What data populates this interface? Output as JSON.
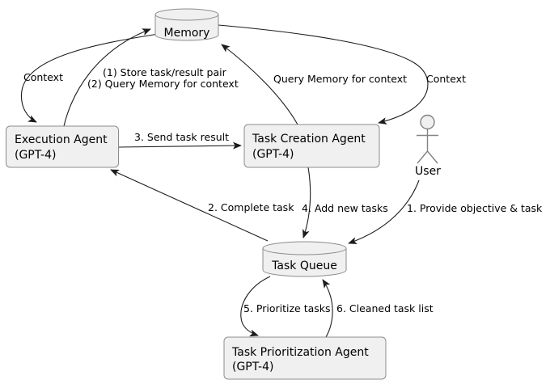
{
  "diagram_type": "flow-diagram",
  "colors": {
    "background": "#ffffff",
    "node_fill": "#f0f0f0",
    "node_border": "#8c8c8c",
    "edge": "#1c1c1c",
    "text": "#000000",
    "actor": "#828282"
  },
  "nodes": {
    "memory": {
      "shape": "database-cylinder",
      "label": "Memory"
    },
    "execution_agent": {
      "shape": "rounded-box",
      "label": "Execution Agent",
      "sublabel": "(GPT-4)"
    },
    "task_creation_agent": {
      "shape": "rounded-box",
      "label": "Task Creation Agent",
      "sublabel": "(GPT-4)"
    },
    "user": {
      "shape": "actor-stick-figure",
      "label": "User"
    },
    "task_queue": {
      "shape": "database-cylinder",
      "label": "Task Queue"
    },
    "task_prioritization_agent": {
      "shape": "rounded-box",
      "label": "Task Prioritization Agent",
      "sublabel": "(GPT-4)"
    }
  },
  "edges": [
    {
      "from": "memory",
      "to": "execution_agent",
      "label": "Context"
    },
    {
      "from": "execution_agent",
      "to": "memory",
      "label": "(1) Store task/result pair",
      "label2": "(2) Query Memory for context"
    },
    {
      "from": "task_creation_agent",
      "to": "memory",
      "label": "Query Memory for context"
    },
    {
      "from": "memory",
      "to": "task_creation_agent",
      "label": "Context"
    },
    {
      "from": "execution_agent",
      "to": "task_creation_agent",
      "label": "3. Send task result"
    },
    {
      "from": "task_queue",
      "to": "execution_agent",
      "label": "2. Complete task"
    },
    {
      "from": "task_creation_agent",
      "to": "task_queue",
      "label": "4. Add new tasks"
    },
    {
      "from": "user",
      "to": "task_queue",
      "label": "1. Provide objective & task"
    },
    {
      "from": "task_queue",
      "to": "task_prioritization_agent",
      "label": "5. Prioritize tasks"
    },
    {
      "from": "task_prioritization_agent",
      "to": "task_queue",
      "label": "6. Cleaned task list"
    }
  ]
}
